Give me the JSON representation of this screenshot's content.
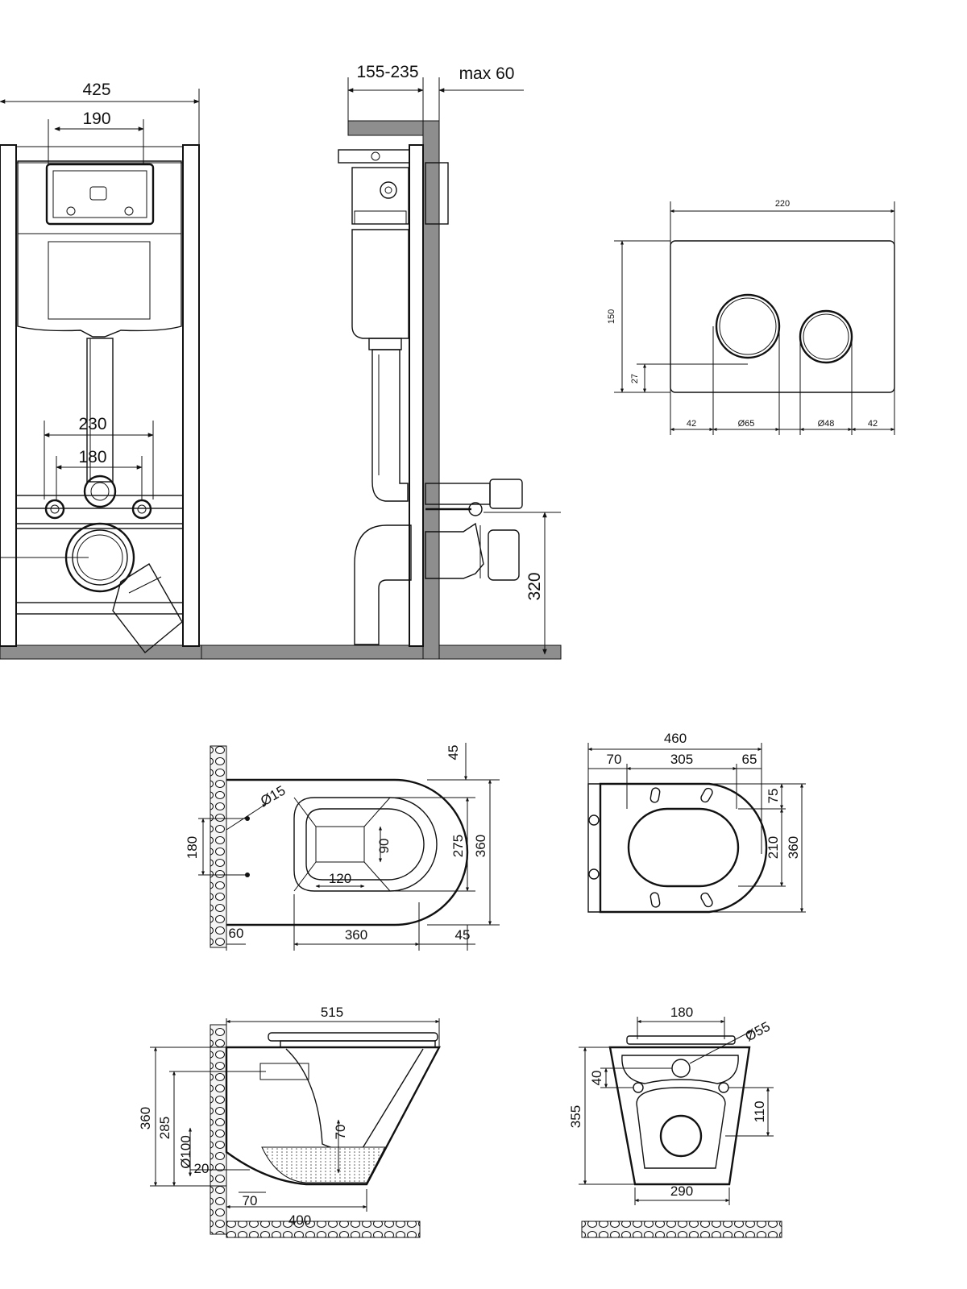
{
  "frame_front": {
    "width_outer": "425",
    "width_panel": "190",
    "bolt_outer": "230",
    "bolt_inner": "180"
  },
  "frame_side": {
    "depth_range": "155-235",
    "max_wall": "max 60",
    "outlet_height": "320"
  },
  "flush_plate": {
    "width": "220",
    "height": "150",
    "bottom_offset": "27",
    "left_margin": "42",
    "big_button": "Ø65",
    "small_button": "Ø48",
    "right_margin": "42"
  },
  "bowl_top_left": {
    "offset_45_top": "45",
    "hole_dia": "Ø15",
    "hole_spacing": "180",
    "inner_w": "120",
    "inner_h": "90",
    "len_275": "275",
    "len_360": "360",
    "base_60": "60",
    "base_360": "360",
    "base_45": "45"
  },
  "seat_top_right": {
    "overall": "460",
    "left": "70",
    "mid": "305",
    "right": "65",
    "top_75": "75",
    "w_210": "210",
    "w_360": "360"
  },
  "bowl_side": {
    "length": "515",
    "height": "360",
    "h285": "285",
    "drain_dia": "Ø100",
    "h20": "20",
    "h70": "70",
    "foot70": "70",
    "base400": "400"
  },
  "bowl_front": {
    "top": "180",
    "hole": "Ø55",
    "height": "355",
    "h40": "40",
    "h110": "110",
    "bottom": "290"
  }
}
